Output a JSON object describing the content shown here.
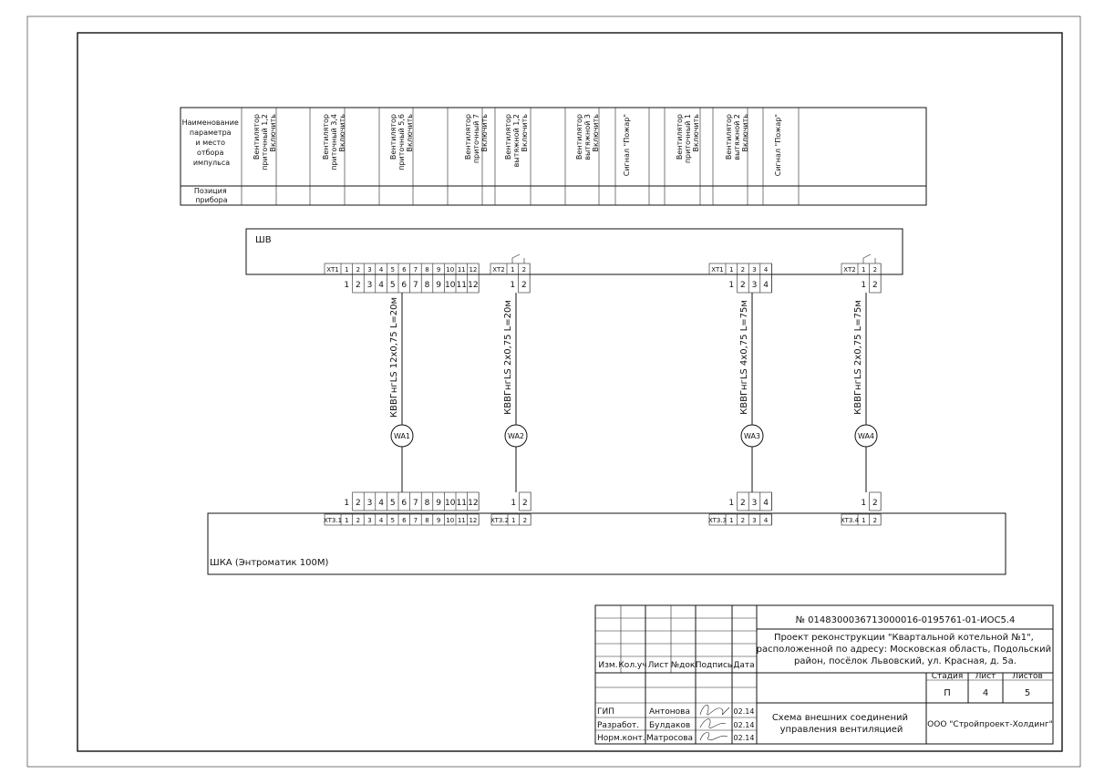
{
  "header_table": {
    "row1_label": [
      "Наименование",
      "параметра",
      "и место",
      "отбора",
      "импульса"
    ],
    "row2_label": [
      "Позиция",
      "прибора"
    ],
    "params": [
      [
        "Вентилятор",
        "приточный 1,2",
        "Включить"
      ],
      [
        "Вентилятор",
        "приточный 3,4",
        "Включить"
      ],
      [
        "Вентилятор",
        "приточный 5,6",
        "Включить"
      ],
      [
        "Вентилятор",
        "приточный 7",
        "Включить"
      ],
      [
        "Вентилятор",
        "вытяжной 1,2",
        "Включить"
      ],
      [
        "Вентилятор",
        "вытяжной 3",
        "Включить"
      ],
      [
        "Сигнал \"Пожар\""
      ],
      [
        "Вентилятор",
        "приточный 1",
        "Включить"
      ],
      [
        "Вентилятор",
        "вытяжной 2",
        "Включить"
      ],
      [
        "Сигнал \"Пожар\""
      ]
    ]
  },
  "cabinet_top": {
    "label": "ШВ"
  },
  "cabinet_bottom": {
    "label": "ШКА (Энтроматик 100М)"
  },
  "terminals_top": [
    {
      "id": "XT1",
      "count": 12
    },
    {
      "id": "XT2",
      "count": 2
    },
    {
      "id": "XT1",
      "count": 4
    },
    {
      "id": "XT2",
      "count": 2
    }
  ],
  "terminals_bottom": [
    {
      "id": "XT3.1",
      "count": 12
    },
    {
      "id": "XT3.2",
      "count": 2
    },
    {
      "id": "XT3.3",
      "count": 4
    },
    {
      "id": "XT3.4",
      "count": 2
    }
  ],
  "cables": [
    {
      "id": "WA1",
      "spec": "КВВГнгLS 12x0,75 L=20м"
    },
    {
      "id": "WA2",
      "spec": "КВВГнгLS 2x0,75 L=20м"
    },
    {
      "id": "WA3",
      "spec": "КВВГнгLS 4x0,75 L=75м"
    },
    {
      "id": "WA4",
      "spec": "КВВГнгLS 2x0,75 L=75м"
    }
  ],
  "title_block": {
    "doc_number": "№ 0148300036713000016-0195761-01-ИОС5.4",
    "project": [
      "Проект реконструкции \"Квартальной котельной №1\",",
      "расположенной по адресу: Московская область, Подольский",
      "район, посёлок Львовский, ул. Красная, д. 5а."
    ],
    "cols": [
      "Изм.",
      "Кол.уч",
      "Лист",
      "№док",
      "Подпись",
      "Дата"
    ],
    "stage_label": "Стадия",
    "sheet_label": "Лист",
    "sheets_label": "Листов",
    "stage": "П",
    "sheet": "4",
    "sheets": "5",
    "roles": [
      {
        "role": "ГИП",
        "name": "Антонова",
        "date": "02.14"
      },
      {
        "role": "Разработ.",
        "name": "Булдаков",
        "date": "02.14"
      },
      {
        "role": "Норм.конт.",
        "name": "Матросова",
        "date": "02.14"
      }
    ],
    "sheet_title": [
      "Схема внешних соединений",
      "управления вентиляцией"
    ],
    "company": "ООО \"Стройпроект-Холдинг\""
  }
}
